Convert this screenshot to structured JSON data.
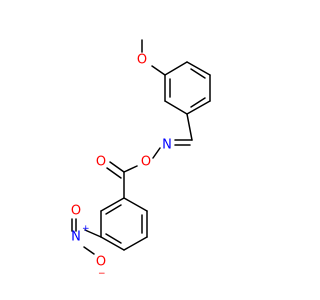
{
  "colors": {
    "bond": "#000000",
    "oxygen": "#ff0000",
    "nitrogen": "#0000ff",
    "background": "#ffffff"
  },
  "atoms": {
    "o_methoxy": "O",
    "n_oxime": "N",
    "o_oxime": "O",
    "o_carbonyl": "O",
    "n_nitro": "N",
    "n_nitro_charge": "+",
    "o_nitro_top": "O",
    "o_nitro_bottom": "O",
    "o_nitro_charge": "−"
  }
}
